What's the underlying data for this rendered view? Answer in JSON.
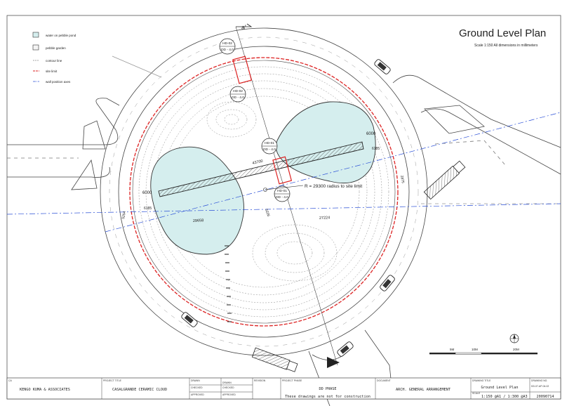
{
  "drawing": {
    "title": "Ground Level Plan",
    "scale_note": "Scale 1:150  All dimensions in millimeters"
  },
  "legend": [
    {
      "label": "water on pebble pond"
    },
    {
      "label": "pebble garden"
    },
    {
      "label": "contour line"
    },
    {
      "label": "site limit"
    },
    {
      "label": "wall position axes"
    }
  ],
  "section_markers": {
    "top": "a'",
    "bottom": "a"
  },
  "detail_tags": [
    {
      "top": "HD-02",
      "bottom": "DD - 4.0"
    },
    {
      "top": "HD-02",
      "bottom": "DD - 4.0"
    },
    {
      "top": "HD-01",
      "bottom": "DD - 4.0"
    },
    {
      "top": "HD-01",
      "bottom": "DD - 4.0"
    }
  ],
  "radius_note": "R = 29300   radius to site limit",
  "dimensions": {
    "d1": "6000",
    "d2": "6000",
    "d3": "43700",
    "d4": "27224",
    "d5": "29658",
    "d6": "6185",
    "d7": "6185",
    "d8": "5226",
    "d9": "2875",
    "d10": "5254"
  },
  "scale_bar": {
    "labels": [
      "5M",
      "10M",
      "20M"
    ]
  },
  "title_block": {
    "ca_label": "CA",
    "ca_value": "KENGO KUMA & ASSOCIATES",
    "project_label": "PROJECT TITLE",
    "project_value": "CASALGRANDE CERAMIC CLOUD",
    "drawn_label": "DRAWN",
    "checked_label": "CHECKED",
    "approved_label": "APPROVED",
    "revision_label": "REVISION",
    "phase_label": "PROJECT PHASE",
    "phase_value": "DD PHASE",
    "warning": "These drawings are not for construction",
    "document_label": "DOCUMENT",
    "document_value": "ARCH. GENERAL ARRANGEMENT",
    "dtitle_label": "DRAWING TITLE",
    "dtitle_value": "Ground Level Plan",
    "scale_label": "SCALE",
    "scale_value": "1:150 @A1 / 1:300 @A3",
    "dno_label": "DRAWING NO.",
    "dno_value": "DD-07-AP-04-02",
    "date_value": "20090714"
  }
}
